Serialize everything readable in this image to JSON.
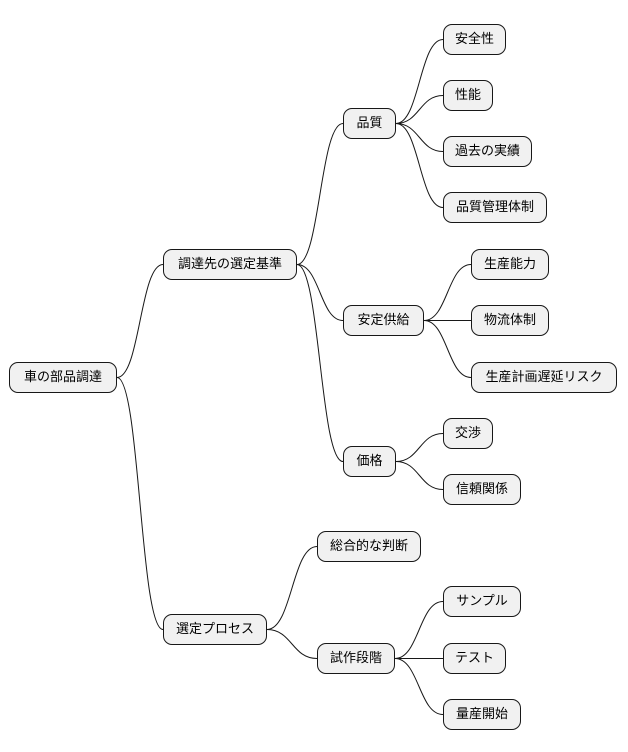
{
  "root": {
    "label": "車の部品調達",
    "children": [
      {
        "label": "調達先の選定基準",
        "children": [
          {
            "label": "品質",
            "children": [
              {
                "label": "安全性"
              },
              {
                "label": "性能"
              },
              {
                "label": "過去の実績"
              },
              {
                "label": "品質管理体制"
              }
            ]
          },
          {
            "label": "安定供給",
            "children": [
              {
                "label": "生産能力"
              },
              {
                "label": "物流体制"
              },
              {
                "label": "生産計画遅延リスク"
              }
            ]
          },
          {
            "label": "価格",
            "children": [
              {
                "label": "交渉"
              },
              {
                "label": "信頼関係"
              }
            ]
          }
        ]
      },
      {
        "label": "選定プロセス",
        "children": [
          {
            "label": "総合的な判断"
          },
          {
            "label": "試作段階",
            "children": [
              {
                "label": "サンプル"
              },
              {
                "label": "テスト"
              },
              {
                "label": "量産開始"
              }
            ]
          }
        ]
      }
    ]
  }
}
